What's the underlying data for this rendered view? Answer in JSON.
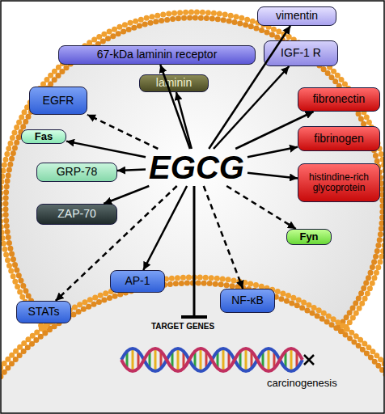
{
  "diagram": {
    "nodes": [
      {
        "text": [
          "vimentin"
        ]
      },
      {
        "text": [
          "67-kDa laminin receptor"
        ]
      },
      {
        "text": [
          "IGF-1 R"
        ]
      },
      {
        "text": [
          "laminin"
        ]
      },
      {
        "text": [
          "EGFR"
        ]
      },
      {
        "text": [
          "fibronectin"
        ]
      },
      {
        "text": [
          "Fas"
        ]
      },
      {
        "text": [
          "fibrinogen"
        ]
      },
      {
        "text": [
          "EGCG"
        ]
      },
      {
        "text": [
          "GRP-78"
        ]
      },
      {
        "text": [
          "histindine-rich glycoprotein"
        ]
      },
      {
        "text": [
          "ZAP-70"
        ]
      },
      {
        "text": [
          "Fyn"
        ]
      },
      {
        "text": [
          "AP-1"
        ]
      },
      {
        "text": [
          "NF-κB"
        ]
      },
      {
        "text": [
          "STATs"
        ]
      }
    ],
    "edges": [
      {
        "from": 8,
        "to": 1,
        "arrow": "to"
      },
      {
        "from": 8,
        "to": 3,
        "arrow": "to"
      },
      {
        "from": 8,
        "to": 0,
        "arrow": "to"
      },
      {
        "from": 8,
        "to": 2,
        "arrow": "to"
      },
      {
        "from": 8,
        "to": 5,
        "arrow": "to"
      },
      {
        "from": 8,
        "to": 7,
        "arrow": "to"
      },
      {
        "from": 8,
        "to": 10,
        "arrow": "to"
      },
      {
        "from": 8,
        "to": 12,
        "arrow": "to"
      },
      {
        "from": 8,
        "to": 14,
        "arrow": "to"
      },
      {
        "from": 8,
        "to": 13,
        "arrow": "to"
      },
      {
        "from": 8,
        "to": 15,
        "arrow": "to"
      },
      {
        "from": 8,
        "to": 11,
        "arrow": "to"
      },
      {
        "from": 8,
        "to": 9,
        "arrow": "to"
      },
      {
        "from": 8,
        "to": 6,
        "arrow": "to"
      },
      {
        "from": 8,
        "to": 4,
        "arrow": "to"
      }
    ],
    "labels": [
      "TARGET GENES",
      "carcinogenesis"
    ]
  }
}
